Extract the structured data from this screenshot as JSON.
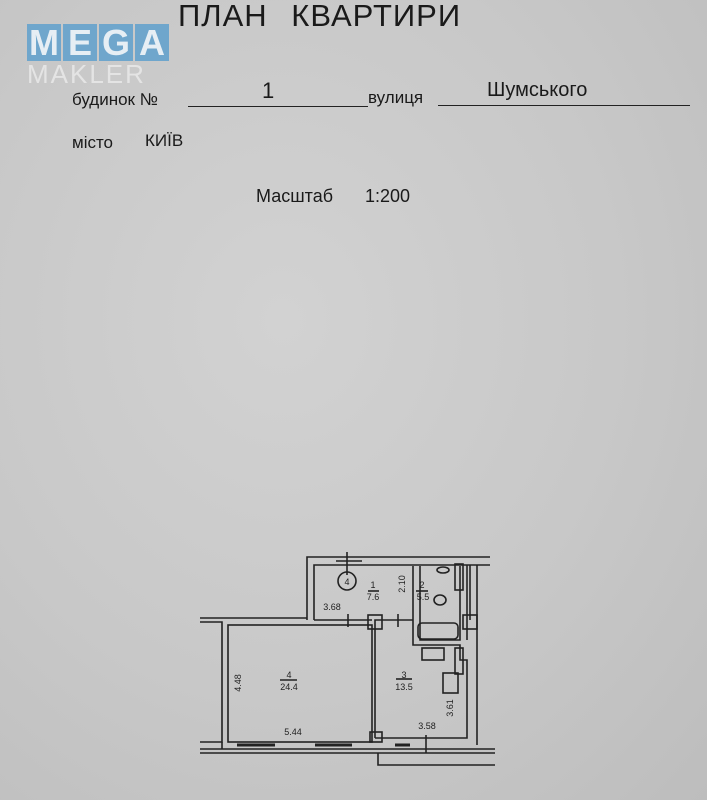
{
  "watermark": {
    "line1": "MEGA",
    "line2": "MAKLER",
    "color": "#6fa6cc"
  },
  "document": {
    "title": "ПЛАН   КВАРТИРИ",
    "building_label": "будинок №",
    "building_value": "1",
    "street_label": "вулиця",
    "street_value": "Шумського",
    "city_label": "місто",
    "city_value": "КИЇВ",
    "scale_label": "Масштаб",
    "scale_value": "1:200"
  },
  "plan": {
    "apartment_marker": "4",
    "rooms": [
      {
        "number": "1",
        "area": "7.6"
      },
      {
        "number": "2",
        "area": "5.5"
      },
      {
        "number": "3",
        "area": "13.5"
      },
      {
        "number": "4",
        "area": "24.4"
      }
    ],
    "dimensions": {
      "corridor_width": "3.68",
      "corridor_depth": "2.10",
      "room4_height": "4.48",
      "room4_width": "5.44",
      "kitchen_width": "3.58",
      "kitchen_height": "3.61"
    }
  }
}
